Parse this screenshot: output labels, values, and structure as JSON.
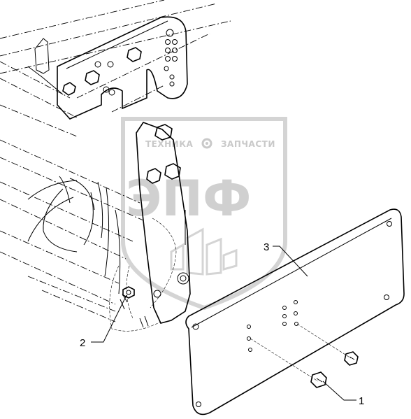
{
  "callouts": {
    "c1": "1",
    "c2": "2",
    "c3": "3"
  },
  "watermark": {
    "top_left": "ТЕХНИКА",
    "top_right": "ЗАПЧАСТИ",
    "logo": "ЭПФ",
    "gear_icon": "gear-icon"
  },
  "colors": {
    "line": "#000000",
    "watermark": "#cccccc",
    "background": "#ffffff"
  }
}
